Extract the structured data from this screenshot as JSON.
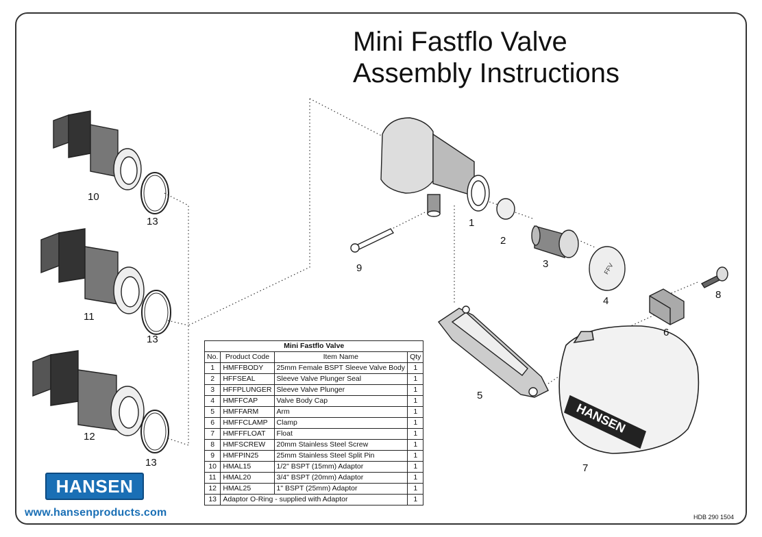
{
  "title": {
    "line1": "Mini Fastflo Valve",
    "line2": "Assembly Instructions"
  },
  "callouts": [
    "1",
    "2",
    "3",
    "4",
    "5",
    "6",
    "7",
    "8",
    "9",
    "10",
    "11",
    "12",
    "13",
    "13",
    "13"
  ],
  "embossed": {
    "cap": "FFV",
    "float": "HANSEN"
  },
  "table": {
    "caption": "Mini Fastflo Valve",
    "headers": [
      "No.",
      "Product Code",
      "Item Name",
      "Qty"
    ],
    "rows": [
      [
        "1",
        "HMFFBODY",
        "25mm Female BSPT Sleeve Valve Body",
        "1"
      ],
      [
        "2",
        "HFFSEAL",
        "Sleeve Valve Plunger Seal",
        "1"
      ],
      [
        "3",
        "HFFPLUNGER",
        "Sleeve Valve Plunger",
        "1"
      ],
      [
        "4",
        "HMFFCAP",
        "Valve Body Cap",
        "1"
      ],
      [
        "5",
        "HMFFARM",
        "Arm",
        "1"
      ],
      [
        "6",
        "HMFFCLAMP",
        "Clamp",
        "1"
      ],
      [
        "7",
        "HMFFFLOAT",
        "Float",
        "1"
      ],
      [
        "8",
        "HMFSCREW",
        "20mm Stainless Steel Screw",
        "1"
      ],
      [
        "9",
        "HMFPIN25",
        "25mm Stainless Steel Split Pin",
        "1"
      ],
      [
        "10",
        "HMAL15",
        "1/2\" BSPT (15mm) Adaptor",
        "1"
      ],
      [
        "11",
        "HMAL20",
        "3/4\" BSPT (20mm) Adaptor",
        "1"
      ],
      [
        "12",
        "HMAL25",
        "1\" BSPT (25mm) Adaptor",
        "1"
      ]
    ],
    "last_row": {
      "no": "13",
      "name": "Adaptor O-Ring - supplied with Adaptor",
      "qty": "1"
    }
  },
  "logo": {
    "text": "HANSEN",
    "color": "#1a6fb5"
  },
  "website": "www.hansenproducts.com",
  "doc_code": "HDB 290 1504"
}
